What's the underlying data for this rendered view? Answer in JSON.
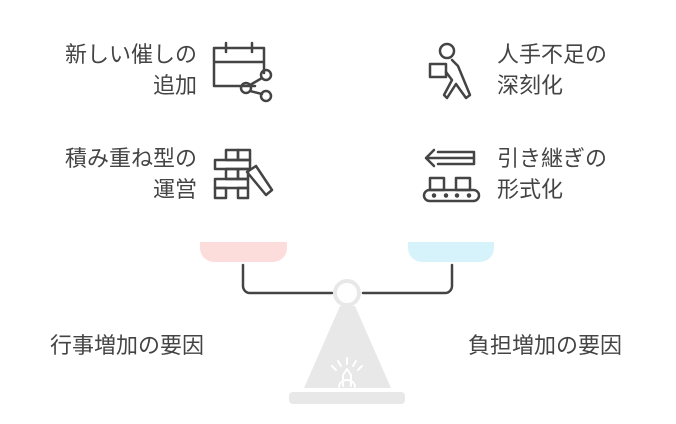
{
  "left": {
    "items": [
      {
        "line1": "新しい催しの",
        "line2": "追加",
        "icon": "calendar-share-icon"
      },
      {
        "line1": "積み重ね型の",
        "line2": "運営",
        "icon": "stacked-blocks-icon"
      }
    ],
    "label": "行事増加の要因",
    "color": "#fddcdc"
  },
  "right": {
    "items": [
      {
        "line1": "人手不足の",
        "line2": "深刻化",
        "icon": "person-carrying-box-icon"
      },
      {
        "line1": "引き継ぎの",
        "line2": "形式化",
        "icon": "conveyor-arrow-icon"
      }
    ],
    "label": "負担増加の要因",
    "color": "#d6f3fc"
  }
}
